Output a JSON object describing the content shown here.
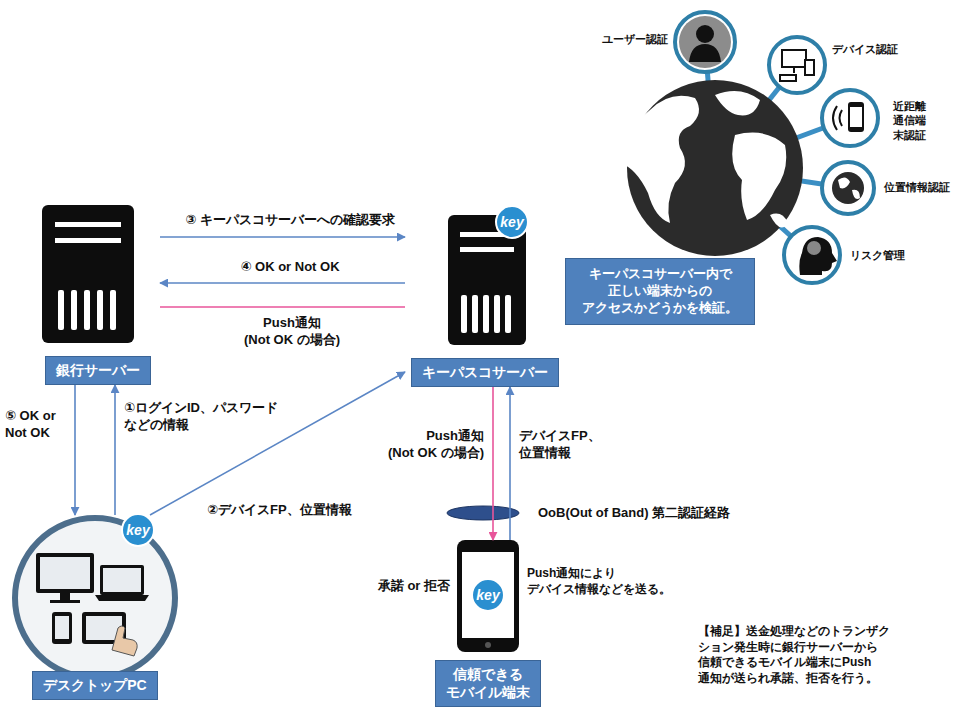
{
  "diagram": {
    "nodes": [
      {
        "text": [
          "銀行サーバー"
        ]
      },
      {
        "text": [
          "キーパスコサーバー"
        ]
      },
      {
        "text": [
          "キーパスコサーバー内で 正しい端末からの アクセスかどうかを検証。"
        ]
      },
      {
        "text": [
          "デスクトップPC"
        ]
      },
      {
        "text": [
          "信頼できる モバイル端末"
        ]
      }
    ],
    "edges": [
      {
        "from": 0,
        "to": 1,
        "label": "③ キーパスコサーバーへの確認要求",
        "arrow": "to"
      },
      {
        "from": 1,
        "to": 0,
        "label": "④ OK or Not OK",
        "arrow": "to"
      },
      {
        "from": 1,
        "to": 0,
        "label": "Push通知 (Not OK の場合)",
        "arrow": "none"
      },
      {
        "from": 0,
        "to": 3,
        "label": "⑤ OK or Not OK",
        "arrow": "to"
      },
      {
        "from": 3,
        "to": 0,
        "label": "①ログインID、パスワード などの情報",
        "arrow": "to"
      },
      {
        "from": 3,
        "to": 1,
        "label": "②デバイスFP、位置情報",
        "arrow": "to"
      },
      {
        "from": 1,
        "to": 4,
        "label": "Push通知 (Not OK の場合)",
        "arrow": "to"
      },
      {
        "from": 4,
        "to": 1,
        "label": "デバイスFP、 位置情報",
        "arrow": "to"
      }
    ],
    "labels": [
      "ユーザー認証",
      "デバイス認証",
      "近距離 通信端 末認証",
      "位置情報認証",
      "リスク管理",
      "key",
      "OoB(Out of Band) 第二認証経路",
      "承諾 or 拒否",
      "Push通知により デバイス情報などを送る。",
      "key",
      "key",
      "【補足】送金処理などのトランザク ション発生時に銀行サーバーから 信頼できるモバイル端末にPush 通知が送られ承諾、拒否を行う。"
    ]
  }
}
